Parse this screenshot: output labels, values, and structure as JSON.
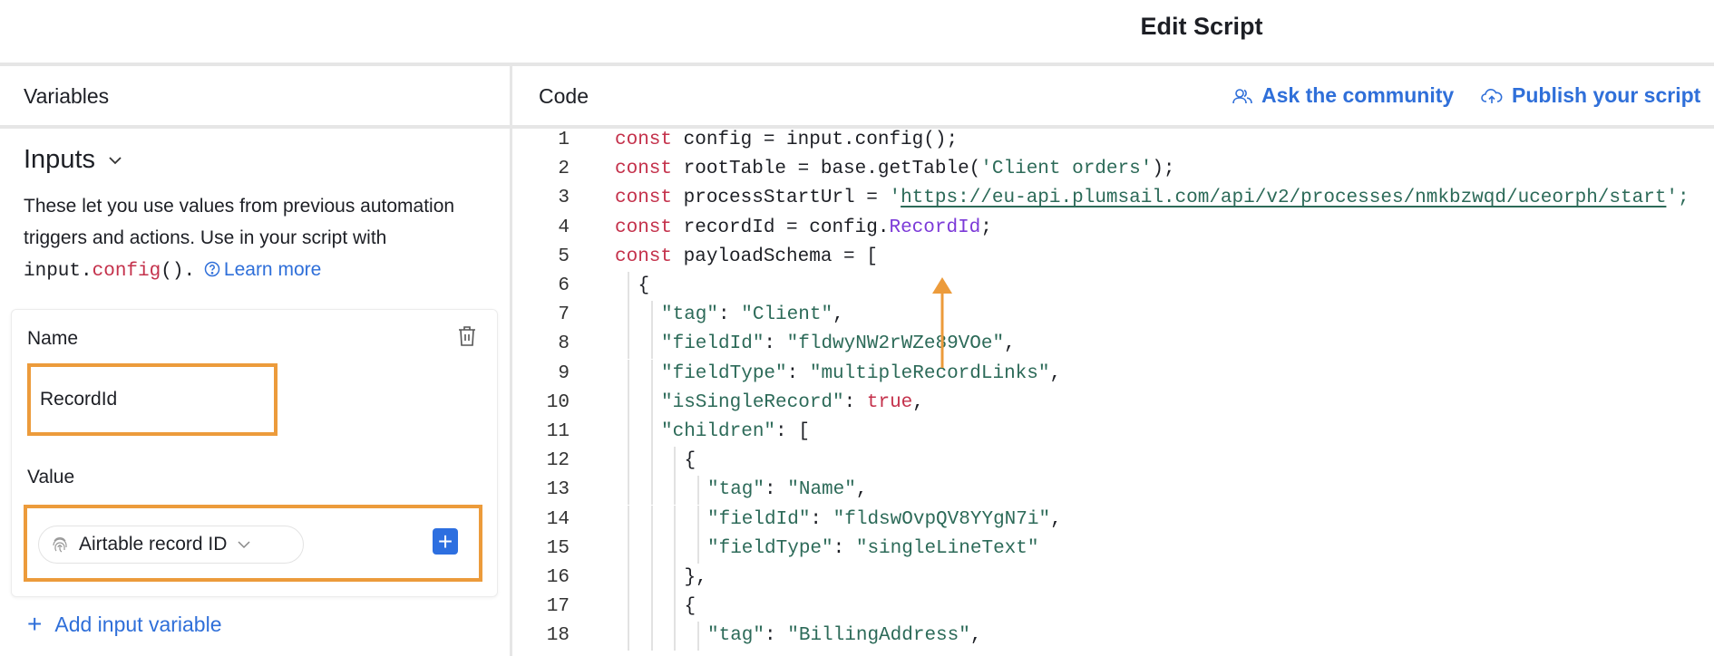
{
  "header": {
    "title": "Edit Script"
  },
  "variables_panel": {
    "title": "Variables",
    "inputs_heading": "Inputs",
    "description_prefix": "These let you use values from previous automation triggers and actions. Use in your script with ",
    "description_code_obj": "input.",
    "description_code_fn": "config",
    "description_code_end": "().",
    "learn_more": "Learn more",
    "card": {
      "name_label": "Name",
      "name_value": "RecordId",
      "value_label": "Value",
      "value_pill": "Airtable record ID"
    },
    "add_input": "Add input variable"
  },
  "code_panel": {
    "title": "Code",
    "ask_community": "Ask the community",
    "publish": "Publish your script",
    "lines": [
      {
        "n": "1",
        "indent": 0,
        "tokens": [
          {
            "t": "const",
            "c": "kw"
          },
          {
            "t": " config = input.config();",
            "c": "id"
          }
        ]
      },
      {
        "n": "2",
        "indent": 0,
        "tokens": [
          {
            "t": "const",
            "c": "kw"
          },
          {
            "t": " rootTable = base.getTable(",
            "c": "id"
          },
          {
            "t": "'Client orders'",
            "c": "str"
          },
          {
            "t": ");",
            "c": "id"
          }
        ]
      },
      {
        "n": "3",
        "indent": 0,
        "tokens": [
          {
            "t": "const",
            "c": "kw"
          },
          {
            "t": " processStartUrl = ",
            "c": "id"
          },
          {
            "t": "'",
            "c": "str"
          },
          {
            "t": "https://eu-api.plumsail.com/api/v2/processes/nmkbzwqd/uceorph/start",
            "c": "url"
          },
          {
            "t": "';",
            "c": "str"
          }
        ]
      },
      {
        "n": "4",
        "indent": 0,
        "tokens": [
          {
            "t": "const",
            "c": "kw"
          },
          {
            "t": " recordId = config.",
            "c": "id"
          },
          {
            "t": "RecordId",
            "c": "purple"
          },
          {
            "t": ";",
            "c": "id"
          }
        ]
      },
      {
        "n": "5",
        "indent": 0,
        "tokens": [
          {
            "t": "const",
            "c": "kw"
          },
          {
            "t": " payloadSchema = [",
            "c": "id"
          }
        ]
      },
      {
        "n": "6",
        "indent": 1,
        "tokens": [
          {
            "t": "{",
            "c": "punc"
          }
        ]
      },
      {
        "n": "7",
        "indent": 2,
        "tokens": [
          {
            "t": "\"tag\"",
            "c": "prop"
          },
          {
            "t": ": ",
            "c": "punc"
          },
          {
            "t": "\"Client\"",
            "c": "str"
          },
          {
            "t": ",",
            "c": "punc"
          }
        ]
      },
      {
        "n": "8",
        "indent": 2,
        "tokens": [
          {
            "t": "\"fieldId\"",
            "c": "prop"
          },
          {
            "t": ": ",
            "c": "punc"
          },
          {
            "t": "\"fldwyNW2rWZe89VOe\"",
            "c": "str"
          },
          {
            "t": ",",
            "c": "punc"
          }
        ]
      },
      {
        "n": "9",
        "indent": 2,
        "tokens": [
          {
            "t": "\"fieldType\"",
            "c": "prop"
          },
          {
            "t": ": ",
            "c": "punc"
          },
          {
            "t": "\"multipleRecordLinks\"",
            "c": "str"
          },
          {
            "t": ",",
            "c": "punc"
          }
        ]
      },
      {
        "n": "10",
        "indent": 2,
        "tokens": [
          {
            "t": "\"isSingleRecord\"",
            "c": "prop"
          },
          {
            "t": ": ",
            "c": "punc"
          },
          {
            "t": "true",
            "c": "bool"
          },
          {
            "t": ",",
            "c": "punc"
          }
        ]
      },
      {
        "n": "11",
        "indent": 2,
        "tokens": [
          {
            "t": "\"children\"",
            "c": "prop"
          },
          {
            "t": ": [",
            "c": "punc"
          }
        ]
      },
      {
        "n": "12",
        "indent": 3,
        "tokens": [
          {
            "t": "{",
            "c": "punc"
          }
        ]
      },
      {
        "n": "13",
        "indent": 4,
        "tokens": [
          {
            "t": "\"tag\"",
            "c": "prop"
          },
          {
            "t": ": ",
            "c": "punc"
          },
          {
            "t": "\"Name\"",
            "c": "str"
          },
          {
            "t": ",",
            "c": "punc"
          }
        ]
      },
      {
        "n": "14",
        "indent": 4,
        "tokens": [
          {
            "t": "\"fieldId\"",
            "c": "prop"
          },
          {
            "t": ": ",
            "c": "punc"
          },
          {
            "t": "\"fldswOvpQV8YYgN7i\"",
            "c": "str"
          },
          {
            "t": ",",
            "c": "punc"
          }
        ]
      },
      {
        "n": "15",
        "indent": 4,
        "tokens": [
          {
            "t": "\"fieldType\"",
            "c": "prop"
          },
          {
            "t": ": ",
            "c": "punc"
          },
          {
            "t": "\"singleLineText\"",
            "c": "str"
          }
        ]
      },
      {
        "n": "16",
        "indent": 3,
        "tokens": [
          {
            "t": "},",
            "c": "punc"
          }
        ]
      },
      {
        "n": "17",
        "indent": 3,
        "tokens": [
          {
            "t": "{",
            "c": "punc"
          }
        ]
      },
      {
        "n": "18",
        "indent": 4,
        "tokens": [
          {
            "t": "\"tag\"",
            "c": "prop"
          },
          {
            "t": ": ",
            "c": "punc"
          },
          {
            "t": "\"BillingAddress\"",
            "c": "str"
          },
          {
            "t": ",",
            "c": "punc"
          }
        ]
      }
    ]
  },
  "colors": {
    "accent": "#2f6fd9",
    "highlight": "#ec9b3b",
    "keyword": "#c4314b",
    "string": "#2c6a58",
    "property_ref": "#7c3ad8"
  },
  "icons": [
    "chevron-down-icon",
    "help-circle-icon",
    "trash-icon",
    "fingerprint-icon",
    "plus-icon",
    "users-icon",
    "cloud-upload-icon",
    "arrow-up-icon"
  ]
}
